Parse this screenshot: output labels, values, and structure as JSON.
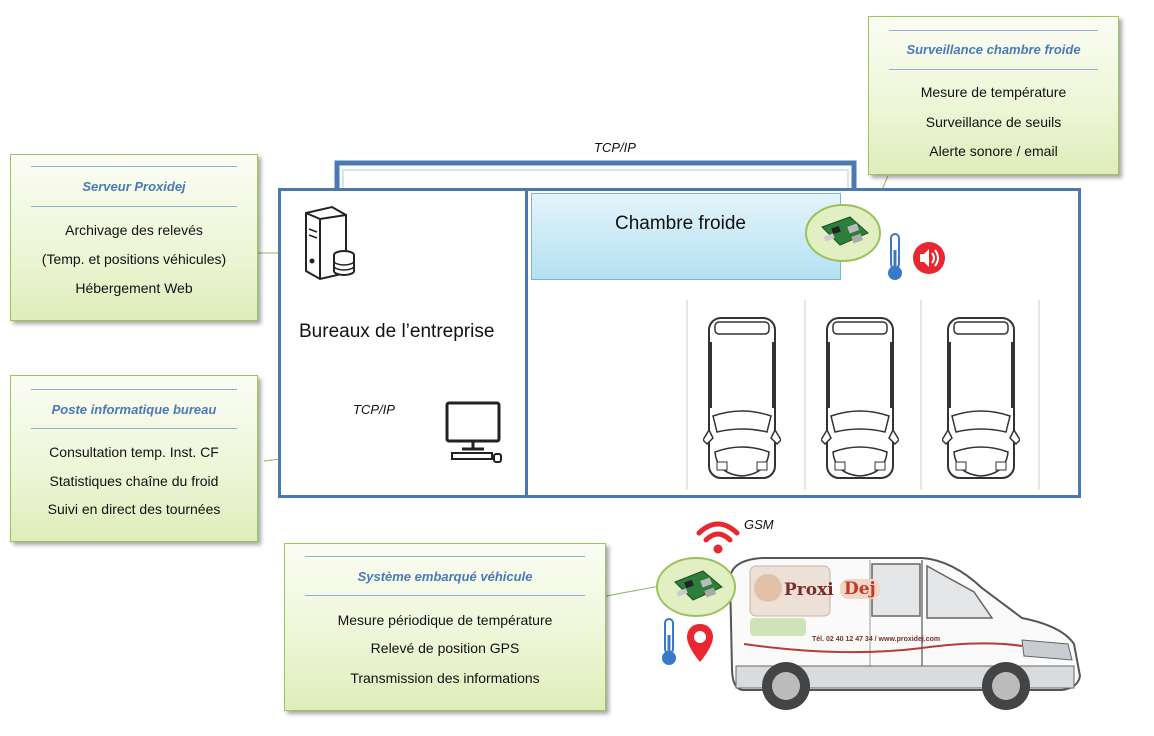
{
  "callouts": {
    "serveur": {
      "title": "Serveur Proxidej",
      "lines": [
        "Archivage des relevés",
        "(Temp. et positions véhicules)",
        "Hébergement Web"
      ]
    },
    "poste": {
      "title": "Poste informatique bureau",
      "lines": [
        "Consultation temp. Inst. CF",
        "Statistiques chaîne du froid",
        "Suivi en direct des tournées"
      ]
    },
    "chambre": {
      "title": "Surveillance chambre froide",
      "lines": [
        "Mesure de température",
        "Surveillance de seuils",
        "Alerte sonore / email"
      ]
    },
    "vehicule": {
      "title": "Système embarqué véhicule",
      "lines": [
        "Mesure périodique de température",
        "Relevé de position GPS",
        "Transmission des informations"
      ]
    }
  },
  "labels": {
    "tcp_top": "TCP/IP",
    "tcp_office": "TCP/IP",
    "gsm": "GSM",
    "bureaux": "Bureaux de l’entreprise",
    "chambre_froide": "Chambre froide"
  },
  "van": {
    "brand_a": "Proxi",
    "brand_b": "Dej",
    "contact": "Tél. 02 40 12 47 34 / www.proxidej.com"
  },
  "colors": {
    "accent_blue": "#4a79b2",
    "callout_green": "#dcecb8",
    "alert_red": "#e8272e",
    "cold_blue": "#b3e1f2"
  }
}
